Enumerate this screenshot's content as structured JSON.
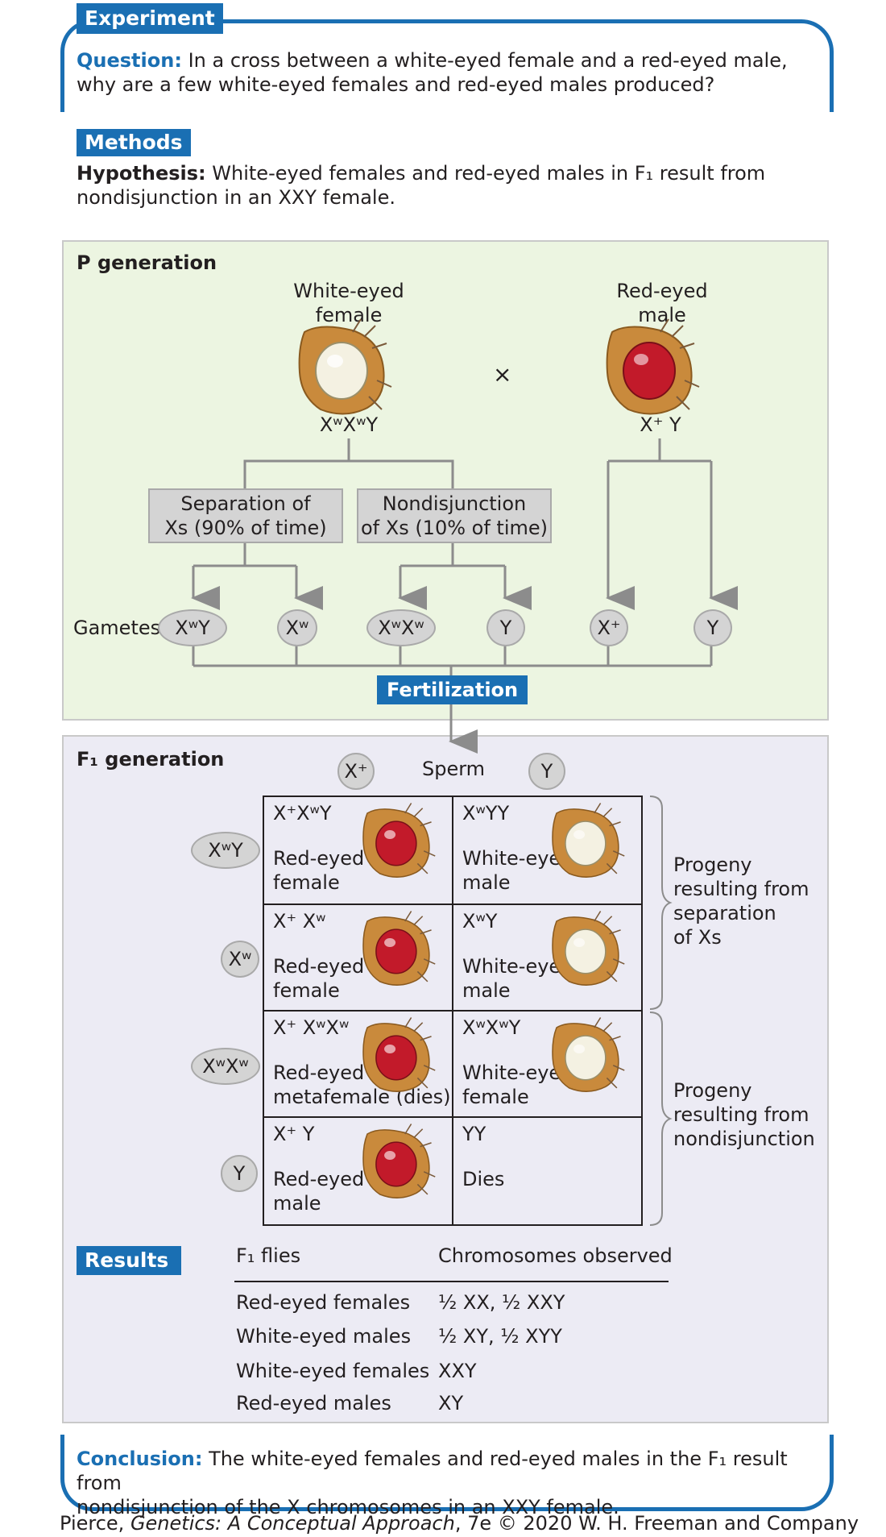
{
  "experiment_tag": "Experiment",
  "question": {
    "label": "Question:",
    "text_line1": "In a cross between a white-eyed female and a red-eyed male,",
    "text_line2": "why are a few white-eyed females and red-eyed males produced?"
  },
  "methods_tag": "Methods",
  "hypothesis": {
    "label": "Hypothesis:",
    "text_line1": "White-eyed females and red-eyed males in F₁ result from",
    "text_line2": "nondisjunction in an XXY female."
  },
  "p_generation": {
    "title": "P generation",
    "female_label_line1": "White-eyed",
    "female_label_line2": "female",
    "female_genotype": "XʷXʷY",
    "male_label_line1": "Red-eyed",
    "male_label_line2": "male",
    "male_genotype": "X⁺ Y",
    "cross_symbol": "×",
    "separation_line1": "Separation of",
    "separation_line2": "Xs (90% of time)",
    "nondisjunction_line1": "Nondisjunction",
    "nondisjunction_line2": "of Xs (10% of time)",
    "gametes_label": "Gametes",
    "gametes": [
      "XʷY",
      "Xʷ",
      "XʷXʷ",
      "Y",
      "X⁺",
      "Y"
    ],
    "fertilization": "Fertilization"
  },
  "f1_generation": {
    "title": "F₁ generation",
    "sperm_label": "Sperm",
    "sperm": [
      "X⁺",
      "Y"
    ],
    "eggs": [
      "XʷY",
      "Xʷ",
      "XʷXʷ",
      "Y"
    ],
    "cells": [
      {
        "genotype": "X⁺XʷY",
        "phenotype_line1": "Red-eyed",
        "phenotype_line2": "female",
        "eye": "red"
      },
      {
        "genotype": "XʷYY",
        "phenotype_line1": "White-eyed",
        "phenotype_line2": "male",
        "eye": "white"
      },
      {
        "genotype": "X⁺ Xʷ",
        "phenotype_line1": "Red-eyed",
        "phenotype_line2": "female",
        "eye": "red"
      },
      {
        "genotype": "XʷY",
        "phenotype_line1": "White-eyed",
        "phenotype_line2": "male",
        "eye": "white"
      },
      {
        "genotype": "X⁺ XʷXʷ",
        "phenotype_line1": "Red-eyed",
        "phenotype_line2": "metafemale (dies)",
        "eye": "red"
      },
      {
        "genotype": "XʷXʷY",
        "phenotype_line1": "White-eyed",
        "phenotype_line2": "female",
        "eye": "white"
      },
      {
        "genotype": "X⁺ Y",
        "phenotype_line1": "Red-eyed",
        "phenotype_line2": "male",
        "eye": "red"
      },
      {
        "genotype": "YY",
        "phenotype_line1": "Dies",
        "phenotype_line2": "",
        "eye": "none"
      }
    ],
    "bracket1_lines": [
      "Progeny",
      "resulting from",
      "separation",
      "of Xs"
    ],
    "bracket2_lines": [
      "Progeny",
      "resulting from",
      "nondisjunction"
    ]
  },
  "results": {
    "tag": "Results",
    "col1_header": "F₁ flies",
    "col2_header": "Chromosomes observed",
    "rows": [
      {
        "flies": "Red-eyed females",
        "chromosomes": "½ XX, ½ XXY"
      },
      {
        "flies": "White-eyed males",
        "chromosomes": "½ XY, ½ XYY"
      },
      {
        "flies": "White-eyed females",
        "chromosomes": "XXY"
      },
      {
        "flies": "Red-eyed males",
        "chromosomes": "XY"
      }
    ]
  },
  "conclusion": {
    "label": "Conclusion:",
    "text_line1": "The white-eyed females and red-eyed males in the F₁ result from",
    "text_line2": "nondisjunction of the X chromosomes in an XXY female."
  },
  "citation": {
    "author": "Pierce, ",
    "title": "Genetics: A Conceptual Approach",
    "rest": ", 7e © 2020 W. H. Freeman and Company"
  },
  "colors": {
    "accent_blue": "#1a6fb3",
    "p_panel_bg": "#ecf5e1",
    "f1_panel_bg": "#ecebf4",
    "red_eye": "#c21a2a",
    "white_eye": "#f4f1e2"
  }
}
